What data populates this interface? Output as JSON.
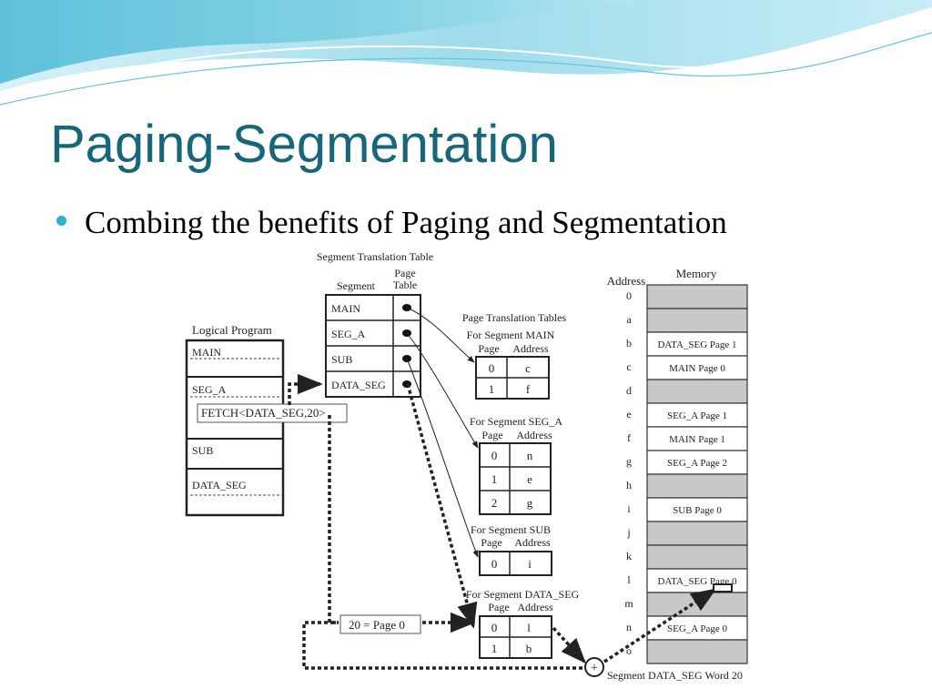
{
  "slide": {
    "title": "Paging-Segmentation",
    "bullet": "Combing the benefits of Paging and Segmentation"
  },
  "diagram": {
    "segment_translation_table": {
      "title": "Segment Translation Table",
      "col_segment": "Segment",
      "col_page_table_1": "Page",
      "col_page_table_2": "Table",
      "rows": [
        "MAIN",
        "SEG_A",
        "SUB",
        "DATA_SEG"
      ]
    },
    "logical_program": {
      "title": "Logical Program",
      "segments": [
        "MAIN",
        "SEG_A",
        "SUB",
        "DATA_SEG"
      ],
      "instruction": "FETCH<DATA_SEG,20>"
    },
    "page_translation_tables": {
      "title": "Page Translation Tables",
      "col_page": "Page",
      "col_address": "Address",
      "tables": [
        {
          "title": "For Segment MAIN",
          "rows": [
            [
              "0",
              "c"
            ],
            [
              "1",
              "f"
            ]
          ]
        },
        {
          "title": "For Segment SEG_A",
          "rows": [
            [
              "0",
              "n"
            ],
            [
              "1",
              "e"
            ],
            [
              "2",
              "g"
            ]
          ]
        },
        {
          "title": "For Segment SUB",
          "rows": [
            [
              "0",
              "i"
            ]
          ]
        },
        {
          "title": "For Segment DATA_SEG",
          "rows": [
            [
              "0",
              "l"
            ],
            [
              "1",
              "b"
            ]
          ]
        }
      ]
    },
    "memory": {
      "address_label": "Address",
      "title": "Memory",
      "addresses": [
        "0",
        "a",
        "b",
        "c",
        "d",
        "e",
        "f",
        "g",
        "h",
        "i",
        "j",
        "k",
        "l",
        "m",
        "n",
        "o"
      ],
      "cells": [
        "",
        "",
        "DATA_SEG Page 1",
        "MAIN Page 0",
        "",
        "SEG_A Page 1",
        "MAIN Page 1",
        "SEG_A Page 2",
        "",
        "SUB Page 0",
        "",
        "",
        "DATA_SEG Page 0",
        "",
        "SEG_A Page 0",
        ""
      ]
    },
    "offset_label": "20 = Page 0",
    "adder_symbol": "+",
    "result_label": "Segment DATA_SEG Word 20"
  },
  "colors": {
    "title": "#17667a",
    "bullet": "#2ab3d1",
    "memory_fill": "#c8c8c8",
    "banner_light": "#c5ecf5",
    "banner_mid": "#7ed2e6"
  }
}
